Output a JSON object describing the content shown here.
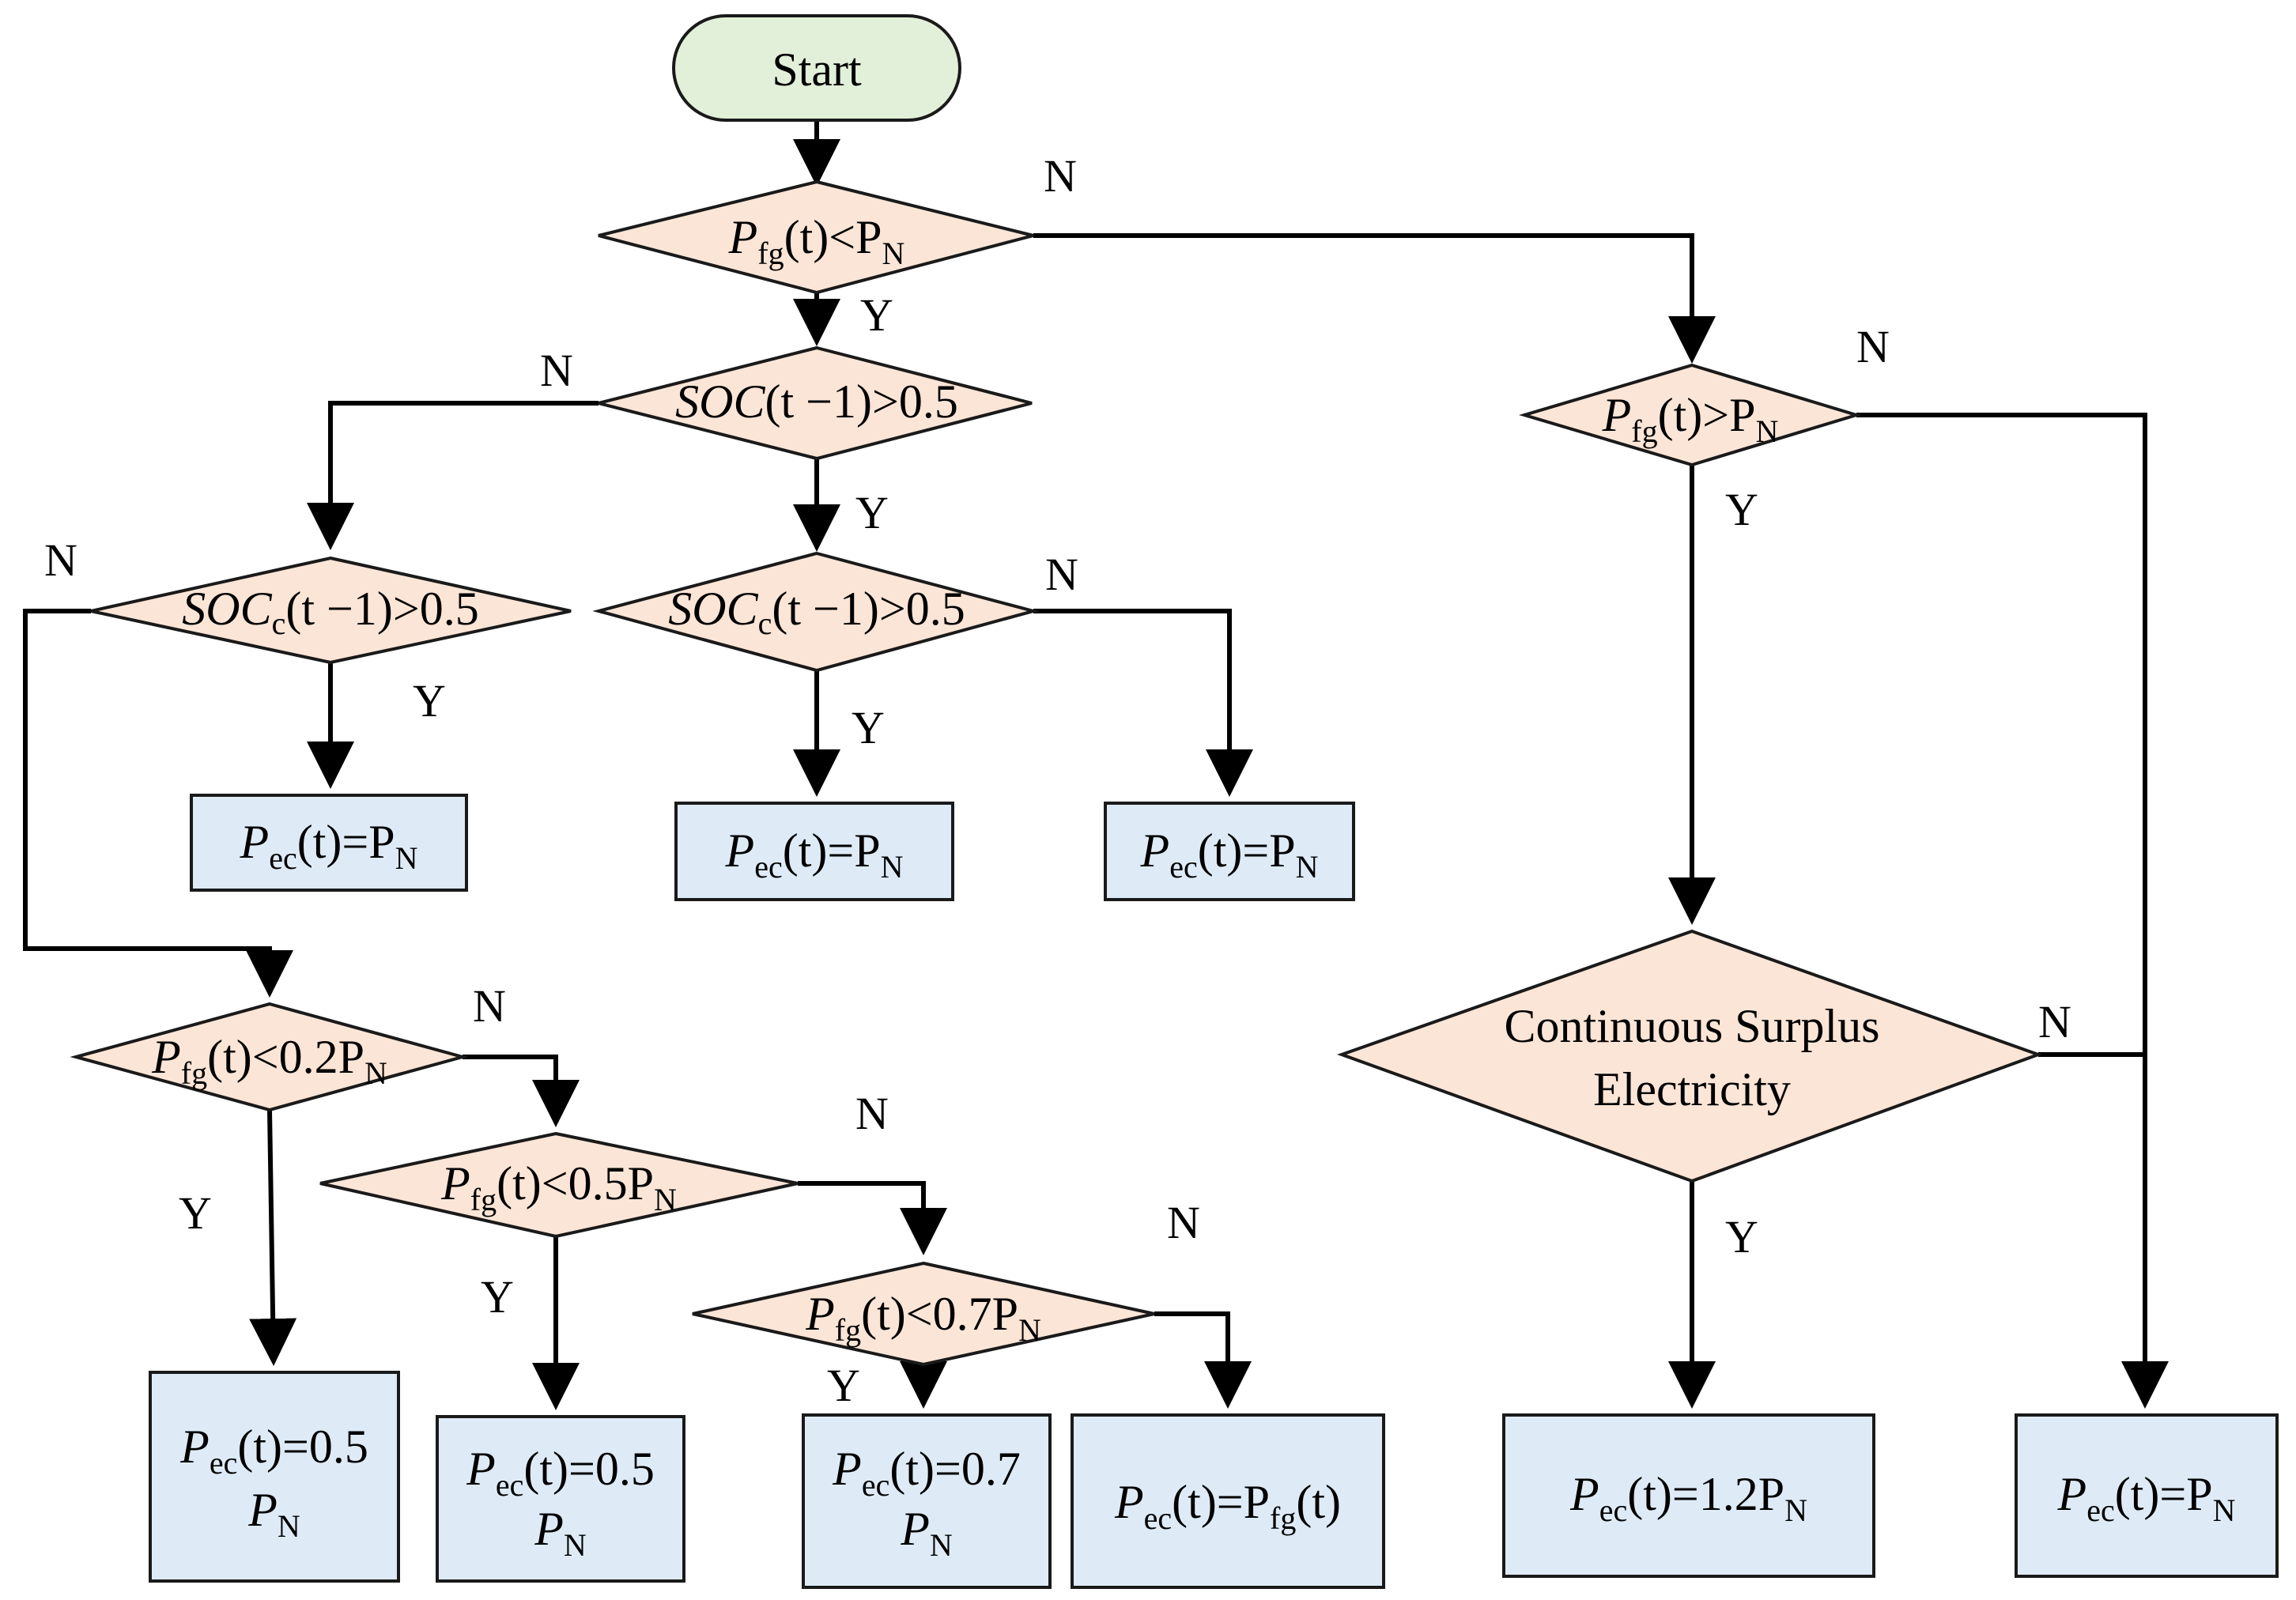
{
  "colors": {
    "terminal_fill": "#e2efd9",
    "decision_fill": "#fbe5d6",
    "process_fill": "#deebf7",
    "stroke": "#1a1a1a"
  },
  "start": {
    "text": "Start"
  },
  "decisions": {
    "d1": {
      "pre": "P",
      "sub": "fg",
      "post": "(t)<P",
      "sub2": "N"
    },
    "d2": {
      "pre": "SOC",
      "post": "(t −1)>0.5"
    },
    "d3": {
      "pre": "SOC",
      "sub": "c",
      "post": "(t −1)>0.5"
    },
    "d4": {
      "pre": "SOC",
      "sub": "c",
      "post": "(t −1)>0.5"
    },
    "d5": {
      "pre": "P",
      "sub": "fg",
      "post": "(t)>P",
      "sub2": "N"
    },
    "d6": {
      "pre": "P",
      "sub": "fg",
      "post": "(t)<0.2P",
      "sub2": "N"
    },
    "d7": {
      "pre": "P",
      "sub": "fg",
      "post": "(t)<0.5P",
      "sub2": "N"
    },
    "d8": {
      "pre": "P",
      "sub": "fg",
      "post": "(t)<0.7P",
      "sub2": "N"
    },
    "d9": {
      "line1": "Continuous Surplus",
      "line2": "Electricity"
    }
  },
  "processes": {
    "p1": {
      "pre": "P",
      "sub": "ec",
      "post": "(t)=P",
      "sub2": "N"
    },
    "p2": {
      "pre": "P",
      "sub": "ec",
      "post": "(t)=P",
      "sub2": "N"
    },
    "p3": {
      "pre": "P",
      "sub": "ec",
      "post": "(t)=P",
      "sub2": "N"
    },
    "p4": {
      "pre": "P",
      "sub": "ec",
      "post": "(t)=0.5",
      "line2": "P",
      "sub2": "N"
    },
    "p5": {
      "pre": "P",
      "sub": "ec",
      "post": "(t)=0.5",
      "line2": "P",
      "sub2": "N"
    },
    "p6": {
      "pre": "P",
      "sub": "ec",
      "post": "(t)=0.7",
      "line2": "P",
      "sub2": "N"
    },
    "p7": {
      "pre": "P",
      "sub": "ec",
      "post": "(t)=P",
      "sub2": "fg",
      "post2": "(t)"
    },
    "p8": {
      "pre": "P",
      "sub": "ec",
      "post": "(t)=1.2P",
      "sub2": "N"
    },
    "p9": {
      "pre": "P",
      "sub": "ec",
      "post": "(t)=P",
      "sub2": "N"
    }
  },
  "branch_labels": {
    "yes": "Y",
    "no": "N"
  }
}
